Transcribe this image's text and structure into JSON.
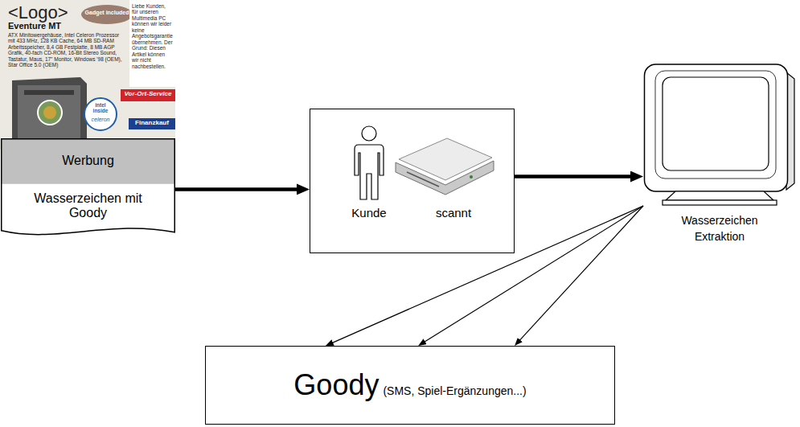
{
  "diagram": {
    "nodes": [
      {
        "text": [
          "Werbung",
          "Wasserzeichen mit Goody"
        ]
      },
      {
        "text": [
          "Kunde",
          "scannt"
        ]
      },
      {
        "text": [
          "Wasserzeichen Extraktion"
        ]
      },
      {
        "text": [
          "Goody",
          "(SMS, Spiel-Ergänzungen...)"
        ]
      }
    ],
    "edges": [
      {
        "from": 0,
        "to": 1,
        "arrow": "to"
      },
      {
        "from": 1,
        "to": 2,
        "arrow": "to"
      },
      {
        "from": 2,
        "to": 3,
        "arrow": "to"
      },
      {
        "from": 2,
        "to": 3,
        "arrow": "to"
      },
      {
        "from": 2,
        "to": 3,
        "arrow": "to"
      }
    ],
    "labels": [
      "<Logo>",
      "Gadget included",
      "Liebe Kunden, für unseren Multimedia PC können wir leider keine Angebotsgarantie übernehmen. Der Grund: Diesen Artikel können wir nicht nachbestellen.",
      "Eventure MT",
      "ATX Minitowergehäuse, Intel Celeron Prozessor mit 433 MHz, 128 KB Cache, 64 MB SD-RAM Arbeitsspeicher, 8,4 GB Festplatte, 8 MB AGP Grafik, 40-fach CD-ROM, 16-Bit Stereo Sound, Tastatur, Maus, 17\" Monitor, Windows '98 (OEM), Star Office 5.0 (OEM)",
      "Vor-Ort-Service",
      "intel inside",
      "celeron",
      "Finanzkauf"
    ]
  }
}
